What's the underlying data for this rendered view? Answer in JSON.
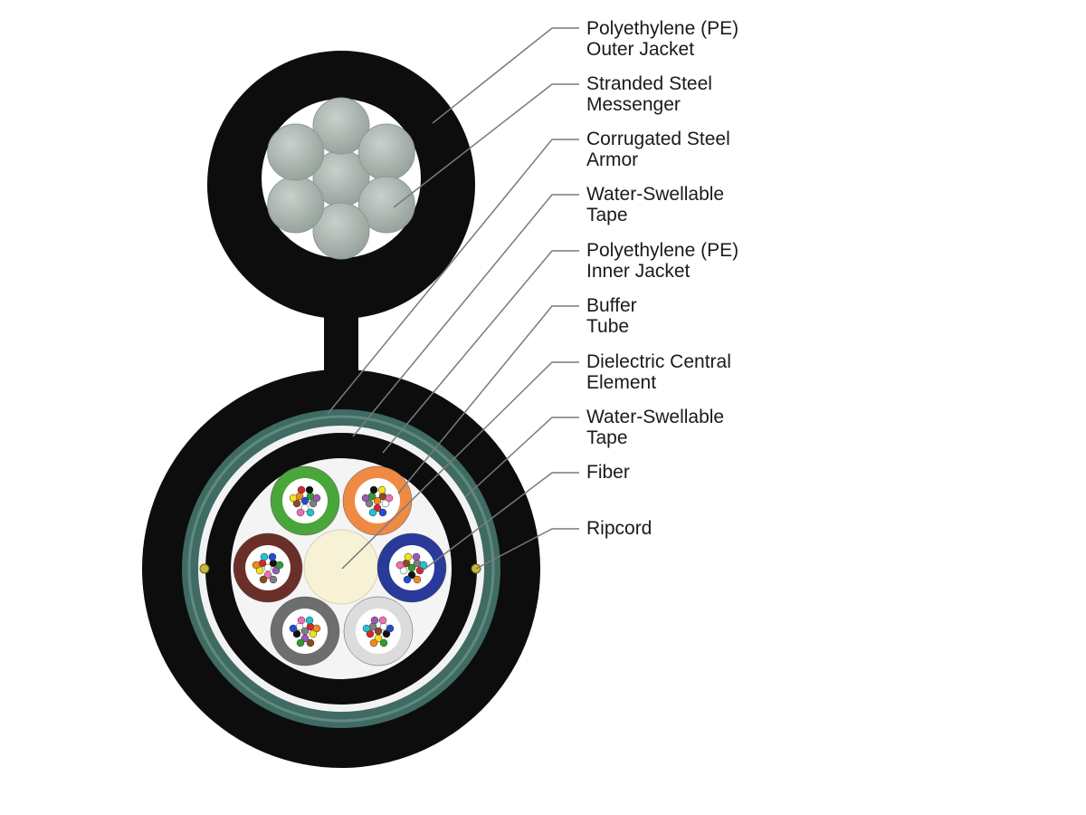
{
  "labels": [
    {
      "line1": "Polyethylene (PE)",
      "line2": "Outer Jacket"
    },
    {
      "line1": "Stranded Steel",
      "line2": "Messenger"
    },
    {
      "line1": "Corrugated Steel",
      "line2": "Armor"
    },
    {
      "line1": "Water-Swellable",
      "line2": "Tape"
    },
    {
      "line1": "Polyethylene (PE)",
      "line2": "Inner Jacket"
    },
    {
      "line1": "Buffer",
      "line2": "Tube"
    },
    {
      "line1": "Dielectric Central",
      "line2": "Element"
    },
    {
      "line1": "Water-Swellable",
      "line2": "Tape"
    },
    {
      "line1": "Fiber",
      "line2": ""
    },
    {
      "line1": "Ripcord",
      "line2": ""
    }
  ],
  "colors": {
    "jacket": "#0d0d0d",
    "steel_wire": "#a9b3ae",
    "armor": "#3f6b62",
    "tape": "#f2f2f2",
    "central_element": "#f7f2d6",
    "leader_line": "#7a7a7a",
    "ripcord": "#c9b53a"
  },
  "buffer_tubes": [
    {
      "name": "green-tube",
      "color": "#4aa63a"
    },
    {
      "name": "orange-tube",
      "color": "#ef8a44"
    },
    {
      "name": "blue-tube",
      "color": "#2a3a9a"
    },
    {
      "name": "white-tube",
      "color": "#dcdcdc"
    },
    {
      "name": "gray-tube",
      "color": "#6e6e6e"
    },
    {
      "name": "brown-tube",
      "color": "#6b2f2a"
    }
  ],
  "fiber_colors": [
    "#1f4fd1",
    "#ef8a1e",
    "#2ca02c",
    "#8a4b1f",
    "#7f7f7f",
    "#ffffff",
    "#d62728",
    "#111111",
    "#f2e21b",
    "#9b59b6",
    "#f06fb0",
    "#1fc3d3"
  ]
}
